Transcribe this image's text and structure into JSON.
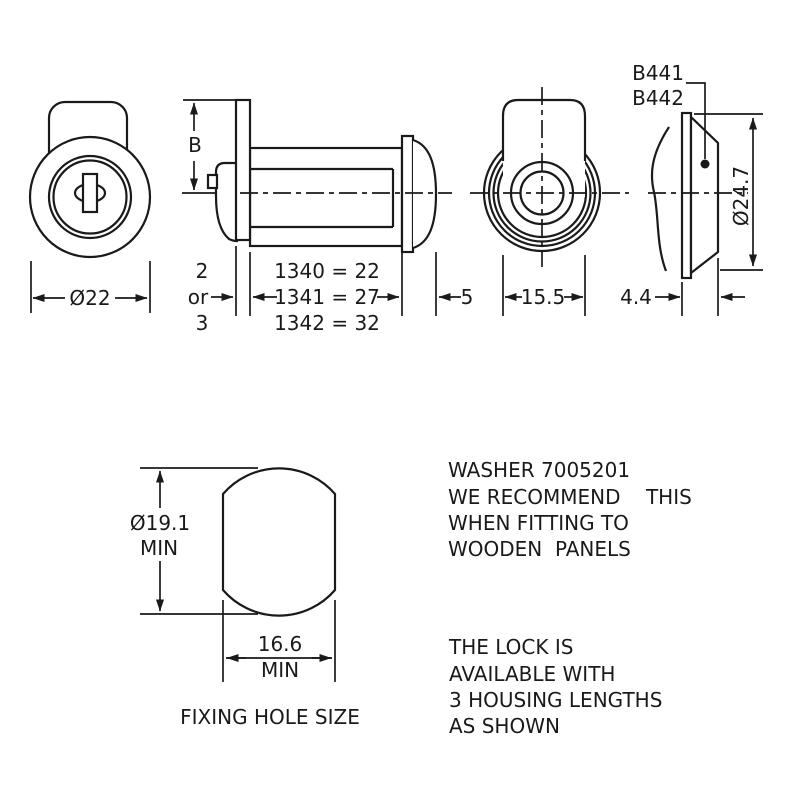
{
  "colors": {
    "ink": "#1a1a1a",
    "paper": "#ffffff"
  },
  "views": {
    "front": {
      "diameter": "Ø22"
    },
    "side": {
      "cam_width": "B",
      "cam_thickness": [
        "2",
        "or",
        "3"
      ],
      "housing_lengths": [
        "1340 = 22",
        "1341 = 27",
        "1342 = 32"
      ],
      "head_depth": "5"
    },
    "rear": {
      "body_width": "15.5"
    },
    "washer": {
      "part_numbers": [
        "B441",
        "B442"
      ],
      "diameter": "Ø24.7",
      "thickness": "4.4"
    },
    "fixing_hole": {
      "diameter": "Ø19.1",
      "diameter_qualifier": "MIN",
      "width": "16.6",
      "width_qualifier": "MIN",
      "caption": "FIXING HOLE SIZE"
    }
  },
  "notes": {
    "washer_note": [
      "WASHER 7005201",
      "WE RECOMMEND    THIS",
      "WHEN FITTING TO",
      "WOODEN  PANELS"
    ],
    "availability_note": [
      "THE LOCK IS",
      "AVAILABLE WITH",
      "3 HOUSING LENGTHS",
      "AS SHOWN"
    ]
  }
}
